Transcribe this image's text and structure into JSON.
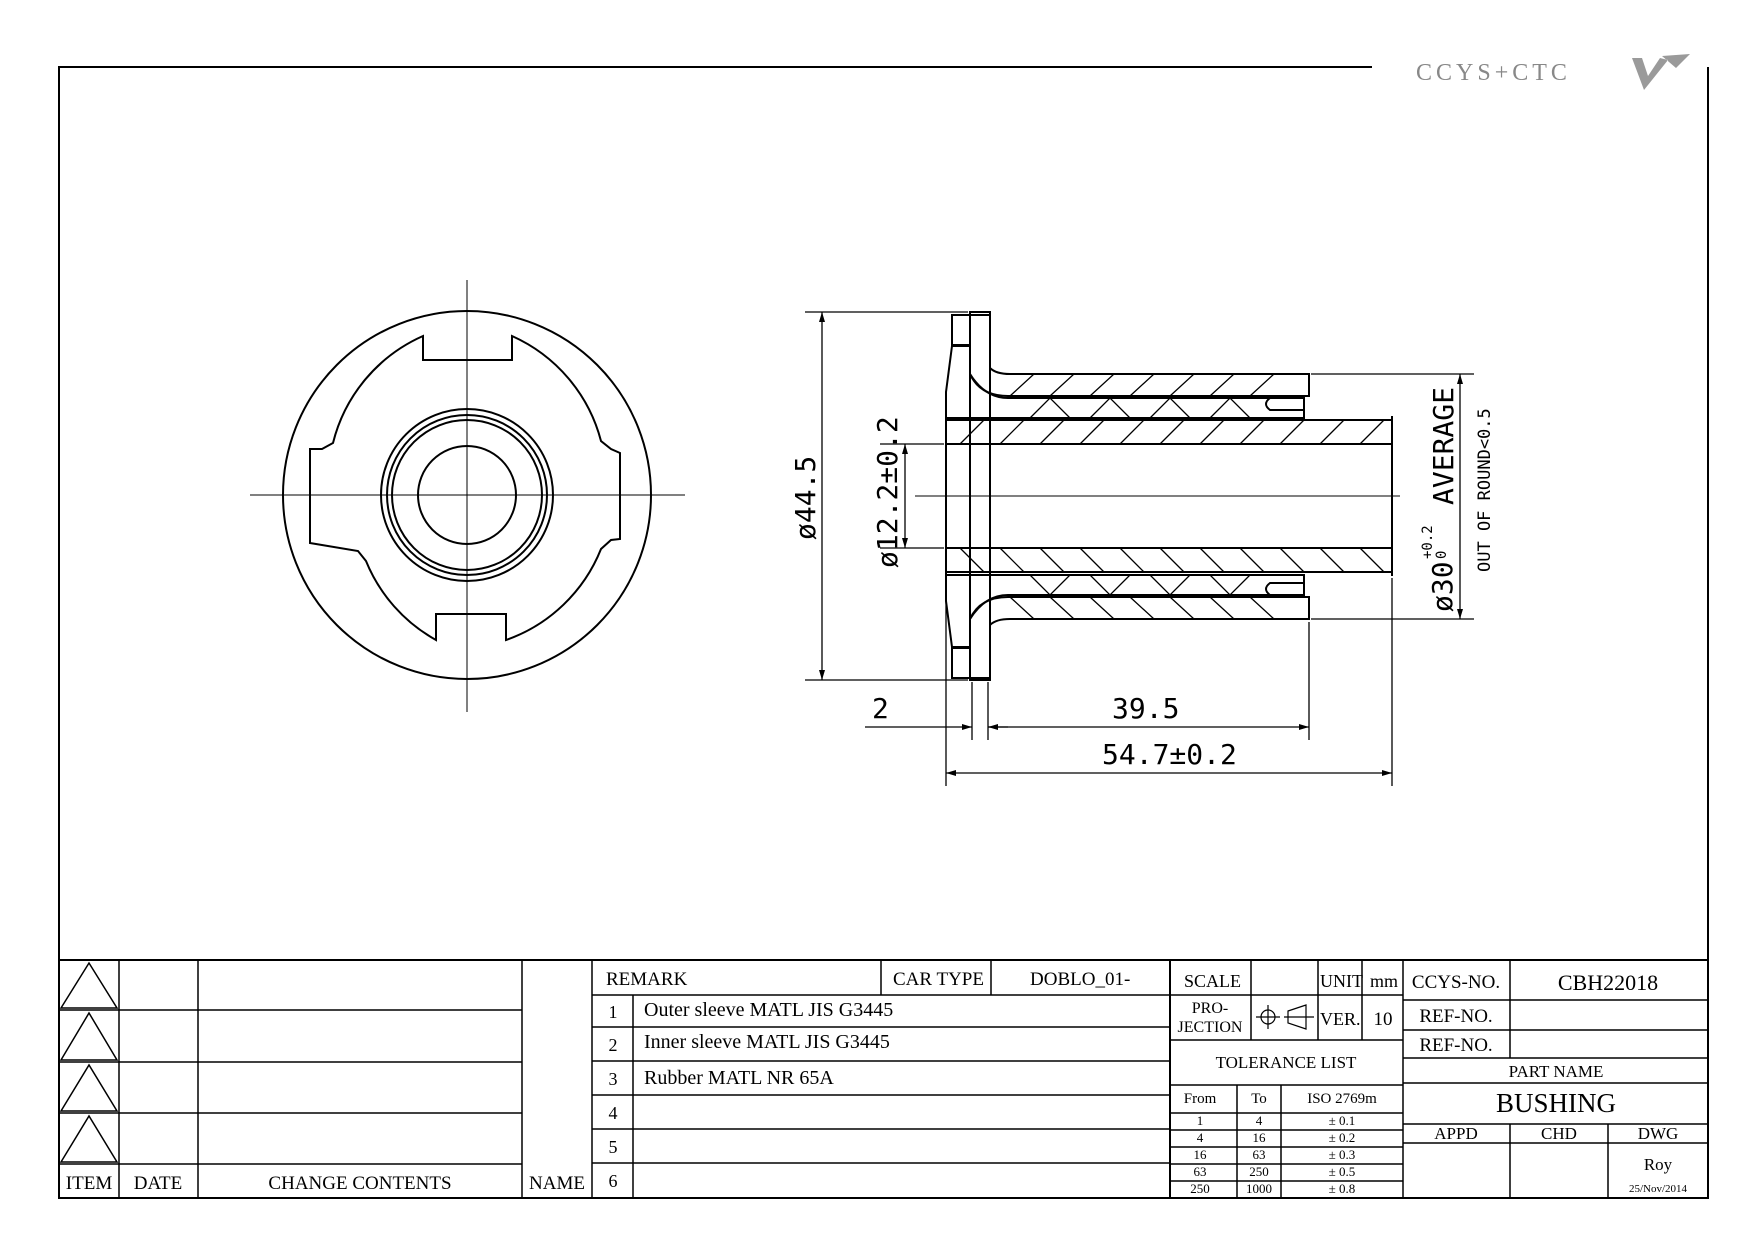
{
  "logo": {
    "text": "CCYS+CTC"
  },
  "drawing": {
    "dim_outer_dia": "ø44.5",
    "dim_inner_dia": "ø12.2±0.2",
    "dim_sleeve_dia": "ø30",
    "dim_sleeve_tol_upper": "+0.2",
    "dim_sleeve_tol_lower": "0",
    "dim_average": "AVERAGE",
    "dim_out_of_round": "OUT OF ROUND<0.5",
    "dim_flange": "2",
    "dim_body": "39.5",
    "dim_length": "54.7±0.2"
  },
  "revisions": {
    "headers": [
      "ITEM",
      "DATE",
      "CHANGE CONTENTS",
      "NAME"
    ]
  },
  "remarks": {
    "header": "REMARK",
    "car_type_label": "CAR TYPE",
    "car_type_value": "DOBLO_01-",
    "rows": [
      {
        "no": "1",
        "text": "Outer sleeve MATL JIS G3445"
      },
      {
        "no": "2",
        "text": "Inner sleeve MATL JIS G3445"
      },
      {
        "no": "3",
        "text": "Rubber MATL NR 65A"
      },
      {
        "no": "4",
        "text": ""
      },
      {
        "no": "5",
        "text": ""
      },
      {
        "no": "6",
        "text": ""
      }
    ]
  },
  "info": {
    "scale_label": "SCALE",
    "scale_value": "",
    "unit_label": "UNIT",
    "unit_value": "mm",
    "projection_label_1": "PRO-",
    "projection_label_2": "JECTION",
    "ver_label": "VER.",
    "ver_value": "10",
    "tolerance_title": "TOLERANCE LIST",
    "tolerance_headers": [
      "From",
      "To",
      "ISO 2769m"
    ],
    "tolerance_rows": [
      [
        "1",
        "4",
        "± 0.1"
      ],
      [
        "4",
        "16",
        "± 0.2"
      ],
      [
        "16",
        "63",
        "± 0.3"
      ],
      [
        "63",
        "250",
        "± 0.5"
      ],
      [
        "250",
        "1000",
        "± 0.8"
      ]
    ]
  },
  "title_block": {
    "ccys_no_label": "CCYS-NO.",
    "ccys_no_value": "CBH22018",
    "ref_no_label_1": "REF-NO.",
    "ref_no_label_2": "REF-NO.",
    "part_name_label": "PART NAME",
    "part_name_value": "BUSHING",
    "appd_label": "APPD",
    "chd_label": "CHD",
    "dwg_label": "DWG",
    "dwg_name": "Roy",
    "dwg_date": "25/Nov/2014"
  }
}
